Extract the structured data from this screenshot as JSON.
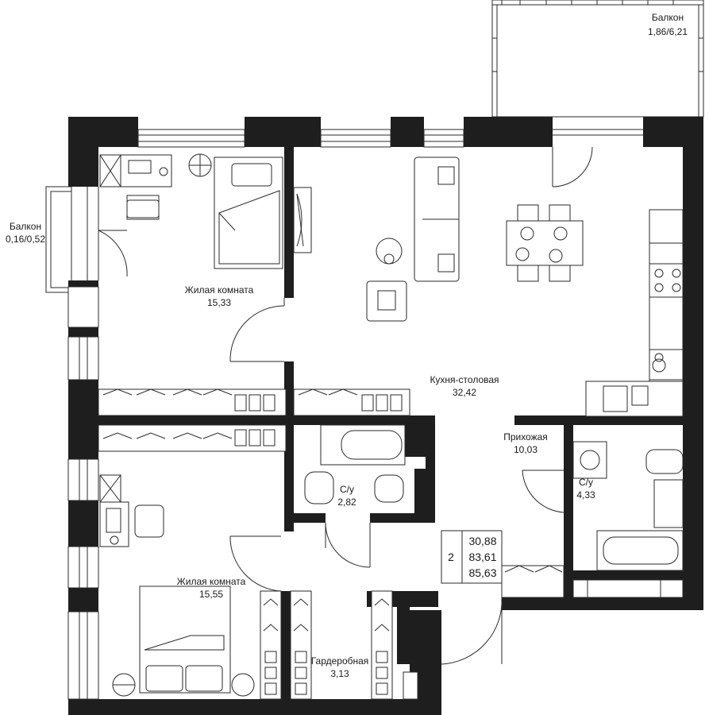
{
  "rooms": {
    "balcony_top": {
      "name": "Балкон",
      "area": "1,86/6,21"
    },
    "balcony_left": {
      "name": "Балкон",
      "area": "0,16/0,52"
    },
    "bedroom_1": {
      "name": "Жилая комната",
      "area": "15,33"
    },
    "kitchen": {
      "name": "Кухня-столовая",
      "area": "32,42"
    },
    "hallway": {
      "name": "Прихожая",
      "area": "10,03"
    },
    "bathroom_1": {
      "name": "С/у",
      "area": "2,82"
    },
    "bathroom_2": {
      "name": "С/у",
      "area": "4,33"
    },
    "bedroom_2": {
      "name": "Жилая комната",
      "area": "15,55"
    },
    "wardrobe": {
      "name": "Гардеробная",
      "area": "3,13"
    }
  },
  "summary": {
    "rooms_count": "2",
    "living_area": "30,88",
    "total_area_no_balcony": "83,61",
    "total_area": "85,63"
  },
  "colors": {
    "wall": "#1e1e1e",
    "line": "#2a2a2a",
    "background": "#ffffff"
  }
}
